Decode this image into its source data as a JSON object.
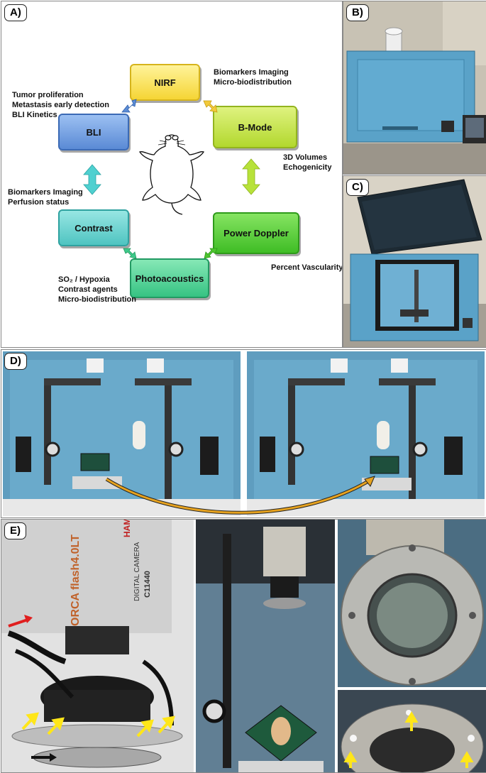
{
  "panels": {
    "a": {
      "label": "A)"
    },
    "b": {
      "label": "B)"
    },
    "c": {
      "label": "C)"
    },
    "d": {
      "label": "D)"
    },
    "e": {
      "label": "E)"
    }
  },
  "modalities": {
    "nirf": "NIRF",
    "bmode": "B-Mode",
    "power_doppler": "Power Doppler",
    "photoacoustics": "Photoacoustics",
    "contrast": "Contrast",
    "bli": "BLI"
  },
  "annotations": {
    "nirf": [
      "Biomarkers Imaging",
      "Micro-biodistribution"
    ],
    "bli": [
      "Tumor proliferation",
      "Metastasis early detection",
      "BLI Kinetics"
    ],
    "bmode": [
      "3D Volumes",
      "Echogenicity"
    ],
    "contrast": [
      "Biomarkers Imaging",
      "Perfusion status"
    ],
    "power_doppler": [
      "Percent Vascularity"
    ],
    "photoacoustics": [
      "SO₂ / Hypoxia",
      "Contrast agents",
      "Micro-biodistribution"
    ]
  },
  "camera_text": {
    "brand": "HAMAMATSU",
    "type": "DIGITAL CAMERA",
    "model": "C11440",
    "name": "ORCA flash4.0LT"
  },
  "colors": {
    "nirf": "#f5d535",
    "bmode": "#b7dd3a",
    "power_doppler": "#4dc42f",
    "photoacoustics": "#3ec98a",
    "contrast": "#57c9c6",
    "bli": "#5f8fd8",
    "cabinet_blue": "#5aa2c8"
  }
}
